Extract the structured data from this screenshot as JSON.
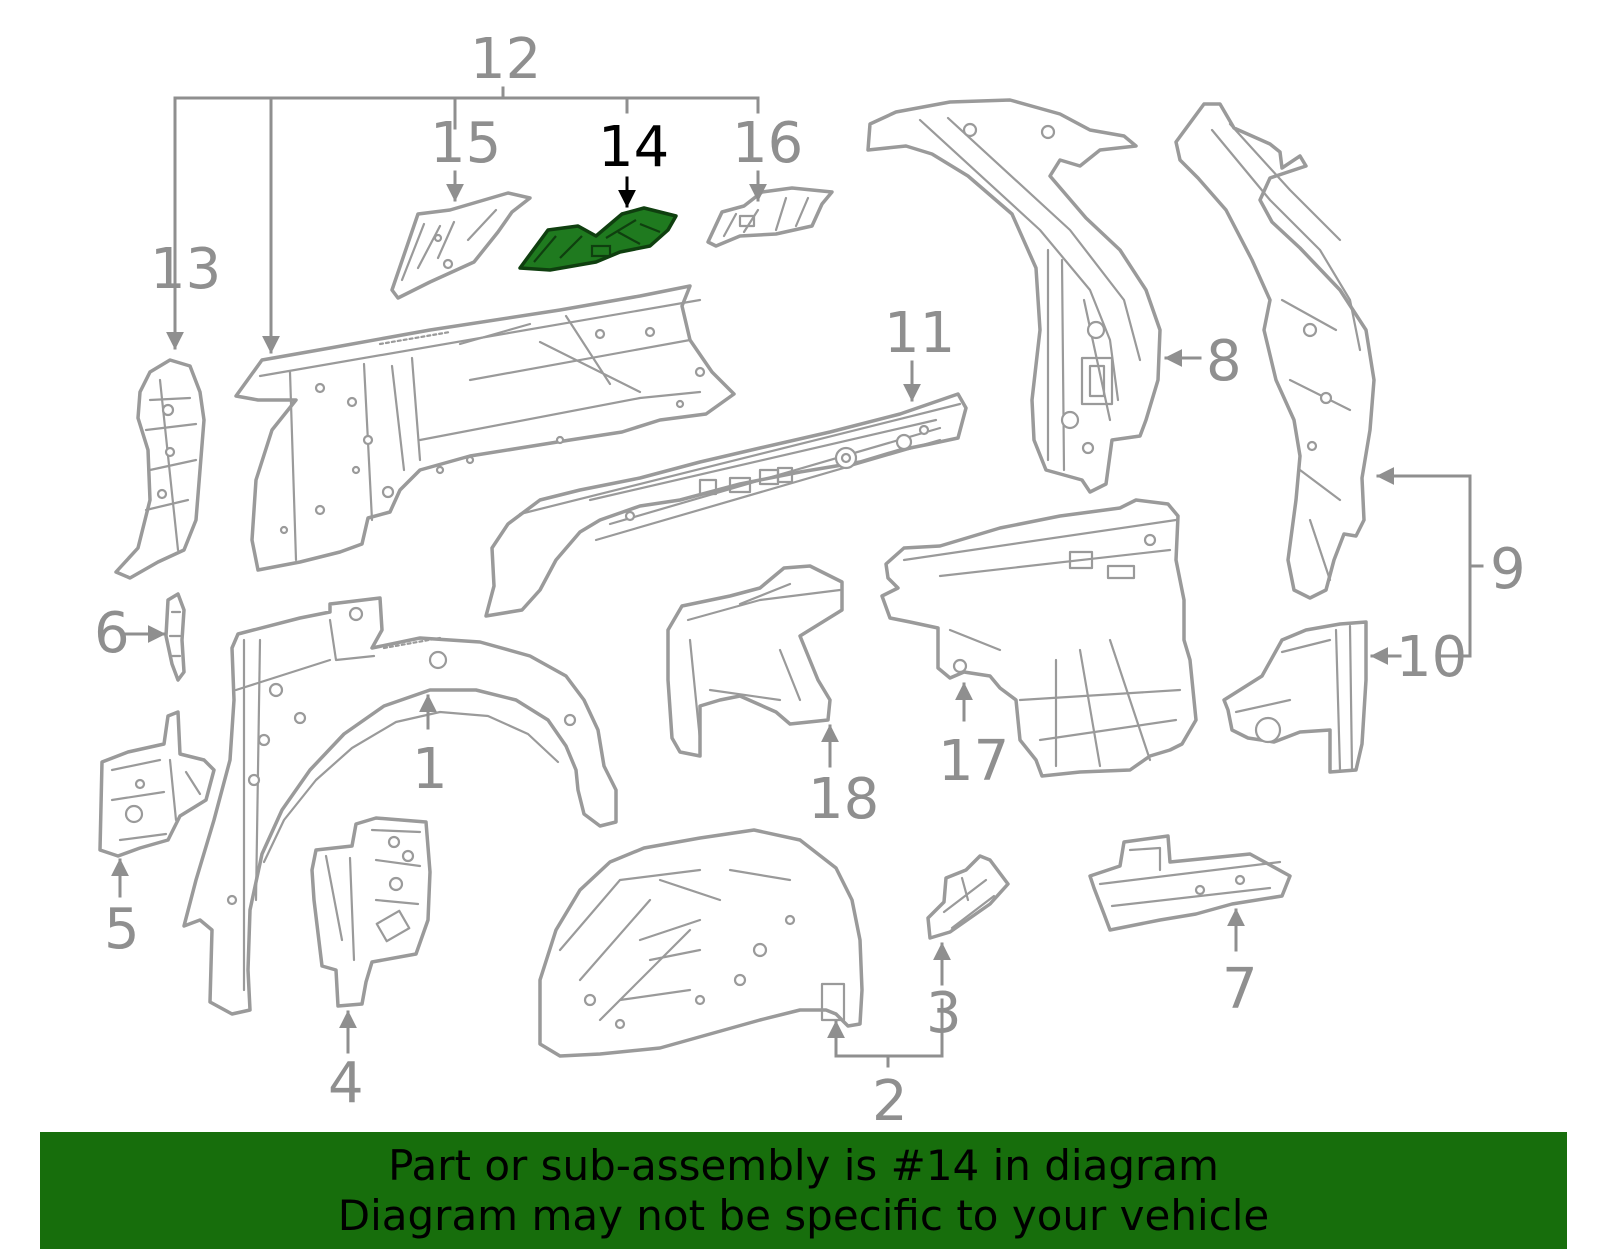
{
  "diagram": {
    "callouts": [
      "1",
      "2",
      "3",
      "4",
      "5",
      "6",
      "7",
      "8",
      "9",
      "10",
      "11",
      "12",
      "13",
      "14",
      "15",
      "16",
      "17",
      "18"
    ],
    "highlighted_callout": "14",
    "highlight_color": "#1f7a1f",
    "line_color": "#9a9a9a"
  },
  "banner": {
    "line1": "Part or sub-assembly is #14 in diagram",
    "line2": "Diagram may not be specific to your vehicle",
    "background": "#176e0c"
  }
}
